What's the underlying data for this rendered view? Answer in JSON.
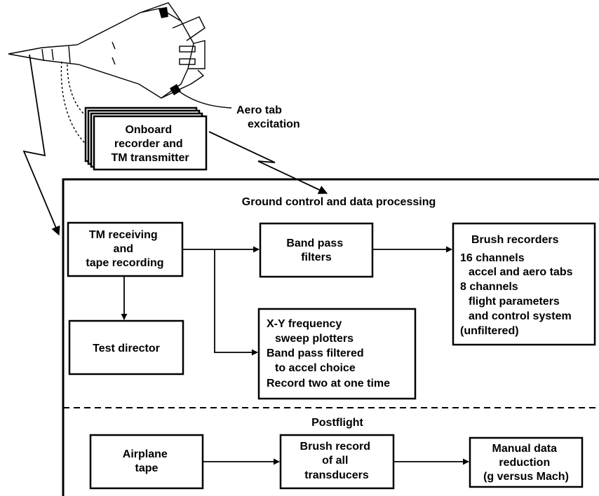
{
  "nodes": {
    "onboard": [
      "Onboard",
      "recorder and",
      "TM transmitter"
    ],
    "aero_tab": [
      "Aero tab",
      "excitation"
    ],
    "ground_title": "Ground control and data processing",
    "tm_receiving": [
      "TM receiving",
      "and",
      "tape recording"
    ],
    "band_pass": [
      "Band pass",
      "filters"
    ],
    "brush_recorders": [
      "Brush recorders",
      "16 channels",
      "accel and aero tabs",
      "8 channels",
      "flight parameters",
      "and control system",
      "(unfiltered)"
    ],
    "test_director": "Test director",
    "xy_plotters": [
      "X-Y frequency",
      "sweep plotters",
      "Band pass filtered",
      "to accel choice",
      "Record two at one time"
    ],
    "postflight_title": "Postflight",
    "airplane_tape": [
      "Airplane",
      "tape"
    ],
    "brush_record": [
      "Brush record",
      "of all",
      "transducers"
    ],
    "manual_reduction": [
      "Manual data",
      "reduction",
      "(g versus Mach)"
    ]
  },
  "icons": {
    "aircraft": "f-111-aircraft-icon",
    "telemetry_link": "lightning-link-icon"
  }
}
